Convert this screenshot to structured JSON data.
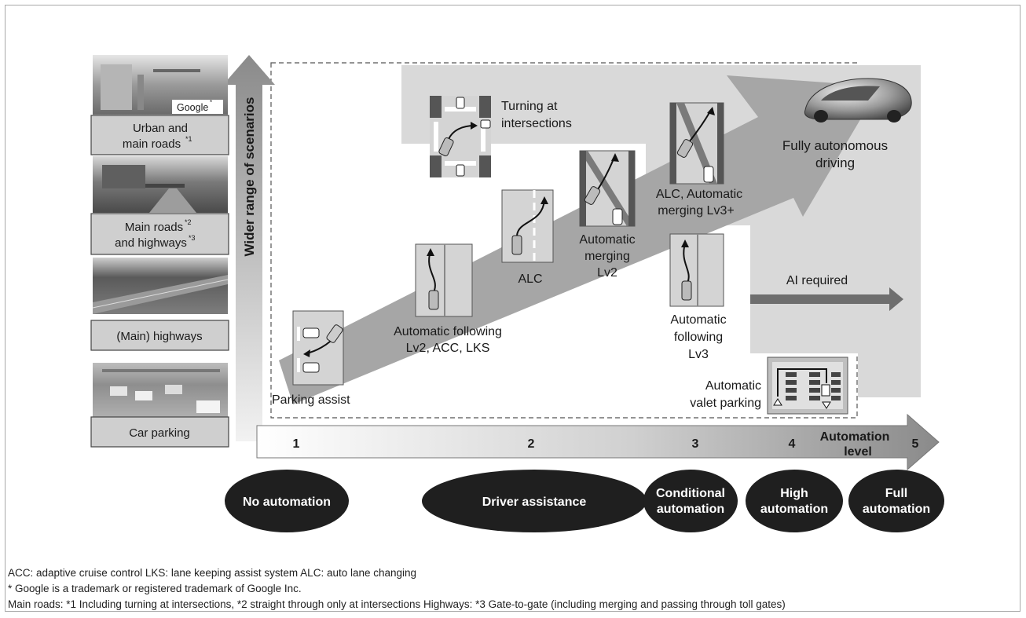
{
  "scenarios": {
    "axis_label": "Wider range of scenarios",
    "google_tag": "Google",
    "google_sup": "*",
    "urban": {
      "line1": "Urban and",
      "line2": "main roads",
      "sup": "*1"
    },
    "main_highways": {
      "line1": "Main roads",
      "sup1": "*2",
      "line2": "and highways",
      "sup2": "*3"
    },
    "highways": "(Main) highways",
    "parking": "Car parking"
  },
  "functions": {
    "parking_assist": "Parking assist",
    "following_lv2": {
      "line1": "Automatic following",
      "line2": "Lv2, ACC, LKS"
    },
    "alc": "ALC",
    "merging_lv2": {
      "line1": "Automatic",
      "line2": "merging",
      "line3": "Lv2"
    },
    "turning": {
      "line1": "Turning at",
      "line2": "intersections"
    },
    "merging_lv3": {
      "line1": "ALC, Automatic",
      "line2": "merging Lv3+"
    },
    "following_lv3": {
      "line1": "Automatic",
      "line2": "following",
      "line3": "Lv3"
    },
    "valet": {
      "line1": "Automatic",
      "line2": "valet parking"
    },
    "fully_autonomous": {
      "line1": "Fully autonomous",
      "line2": "driving"
    },
    "ai_required": "AI required"
  },
  "automation_axis": {
    "title_line1": "Automation",
    "title_line2": "level",
    "levels": [
      "1",
      "2",
      "3",
      "4",
      "5"
    ]
  },
  "categories": [
    {
      "line1": "No automation",
      "line2": ""
    },
    {
      "line1": "Driver assistance",
      "line2": ""
    },
    {
      "line1": "Conditional",
      "line2": "automation"
    },
    {
      "line1": "High",
      "line2": "automation"
    },
    {
      "line1": "Full",
      "line2": "automation"
    }
  ],
  "footnotes": [
    "ACC: adaptive cruise control   LKS: lane keeping assist system   ALC: auto lane changing",
    "* Google is a trademark or registered trademark of Google Inc.",
    "Main roads: *1 Including turning at intersections, *2 straight through only at intersections   Highways: *3 Gate-to-gate (including merging and passing through toll gates)"
  ],
  "colors": {
    "region_fill": "#d9d9d9",
    "arrow_fill": "#a6a6a6",
    "ellipse_fill": "#1f1f1f",
    "label_box": "#cfcfcf",
    "ai_arrow": "#6e6e6e"
  }
}
